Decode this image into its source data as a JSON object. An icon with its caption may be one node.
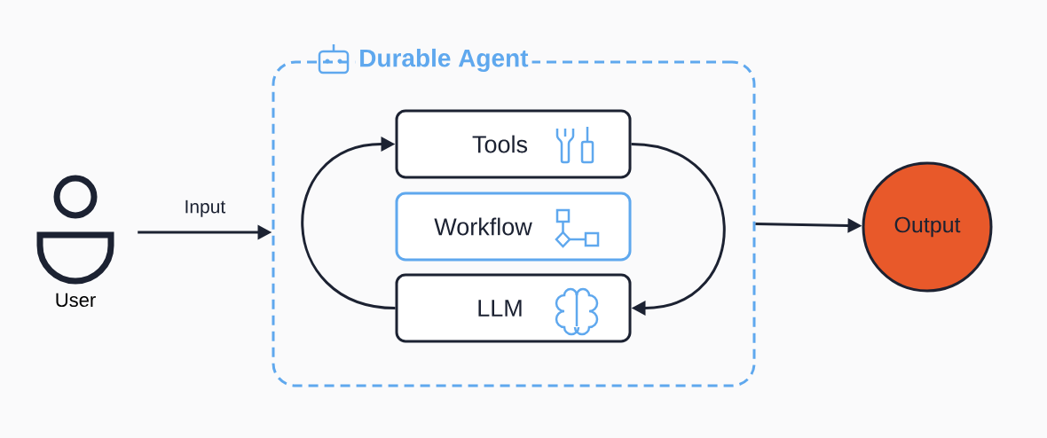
{
  "diagram": {
    "nodes": [
      {
        "text": [
          "User"
        ]
      },
      {
        "text": [
          "Durable Agent"
        ]
      },
      {
        "text": [
          "Tools"
        ],
        "in": 1
      },
      {
        "text": [
          "Workflow"
        ],
        "in": 1
      },
      {
        "text": [
          "LLM"
        ],
        "in": 1
      },
      {
        "text": [
          "Output"
        ]
      }
    ],
    "edges": [
      {
        "from": 0,
        "to": 1,
        "arrow": "to",
        "label": "Input"
      },
      {
        "from": 4,
        "to": 2,
        "arrow": "to"
      },
      {
        "from": 2,
        "to": 4,
        "arrow": "to"
      },
      {
        "from": 1,
        "to": 5,
        "arrow": "to"
      }
    ]
  }
}
